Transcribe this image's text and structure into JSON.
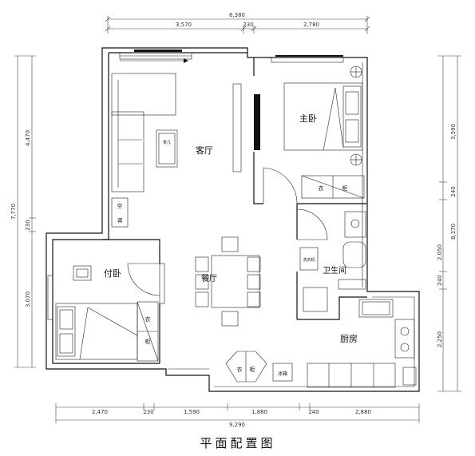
{
  "title": "平面配置图",
  "rooms": {
    "living": "客厅",
    "master": "主卧",
    "second": "付卧",
    "dining": "餐厅",
    "bath": "卫生间",
    "kitchen": "厨房"
  },
  "labels": {
    "wardrobe_yi": "衣",
    "wardrobe_gui": "柜",
    "ac_kong": "空",
    "ac_tiao": "调",
    "fridge": "冰箱",
    "washer": "洗衣机",
    "tea_table": "茶几"
  },
  "dimensions": {
    "top_total": "6,380",
    "top_a": "3,570",
    "top_b": "230",
    "top_c": "2,780",
    "left_a": "4,470",
    "left_total": "7,770",
    "left_b": "230",
    "left_c": "3,070",
    "right_a": "3,590",
    "right_b": "240",
    "right_total": "8,370",
    "right_c": "2,050",
    "right_d": "240",
    "right_e": "2,250",
    "bottom_a": "2,470",
    "bottom_b": "230",
    "bottom_c": "1,590",
    "bottom_d": "1,880",
    "bottom_e": "240",
    "bottom_f": "2,880",
    "bottom_total": "9,290"
  }
}
